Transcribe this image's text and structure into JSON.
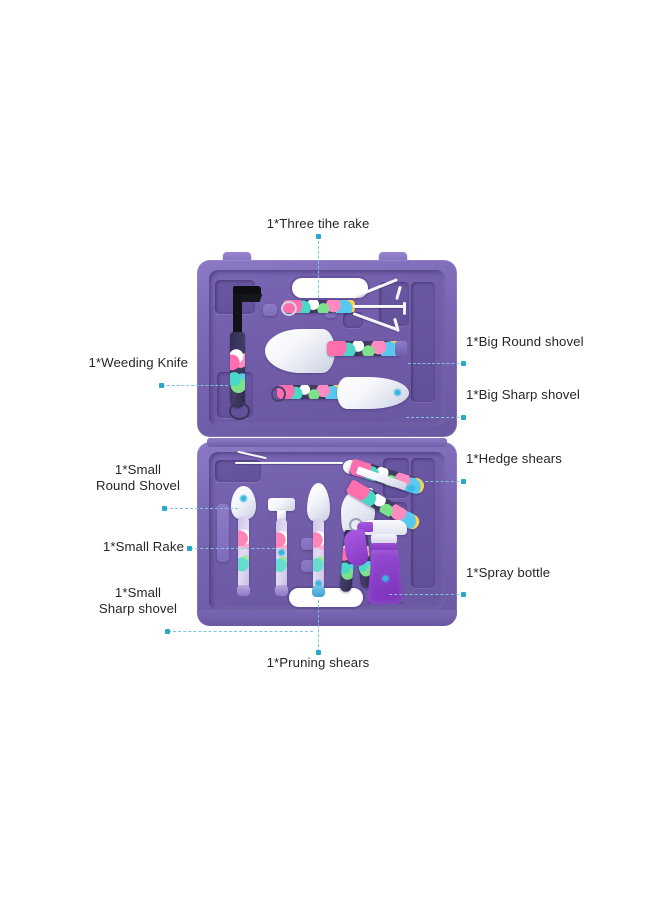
{
  "product": {
    "title": "Garden Tool Set",
    "case_color": "#7b68b6",
    "accent_color": "#2aa8cc",
    "label_color": "#262626"
  },
  "annotations": [
    {
      "id": "three-tine-rake",
      "text": "1*Three tihe rake",
      "side": "top"
    },
    {
      "id": "weeding-knife",
      "text": "1*Weeding Knife",
      "side": "left"
    },
    {
      "id": "big-round-shovel",
      "text": "1*Big Round shovel",
      "side": "right"
    },
    {
      "id": "big-sharp-shovel",
      "text": "1*Big Sharp shovel",
      "side": "right"
    },
    {
      "id": "hedge-shears",
      "text": "1*Hedge shears",
      "side": "right"
    },
    {
      "id": "small-round-shovel",
      "text": "1*Small\nRound Shovel",
      "side": "left"
    },
    {
      "id": "small-rake",
      "text": "1*Small Rake",
      "side": "left"
    },
    {
      "id": "small-sharp-shovel",
      "text": "1*Small\nSharp shovel",
      "side": "left"
    },
    {
      "id": "spray-bottle",
      "text": "1*Spray bottle",
      "side": "right"
    },
    {
      "id": "pruning-shears",
      "text": "1*Pruning shears",
      "side": "bottom"
    }
  ]
}
